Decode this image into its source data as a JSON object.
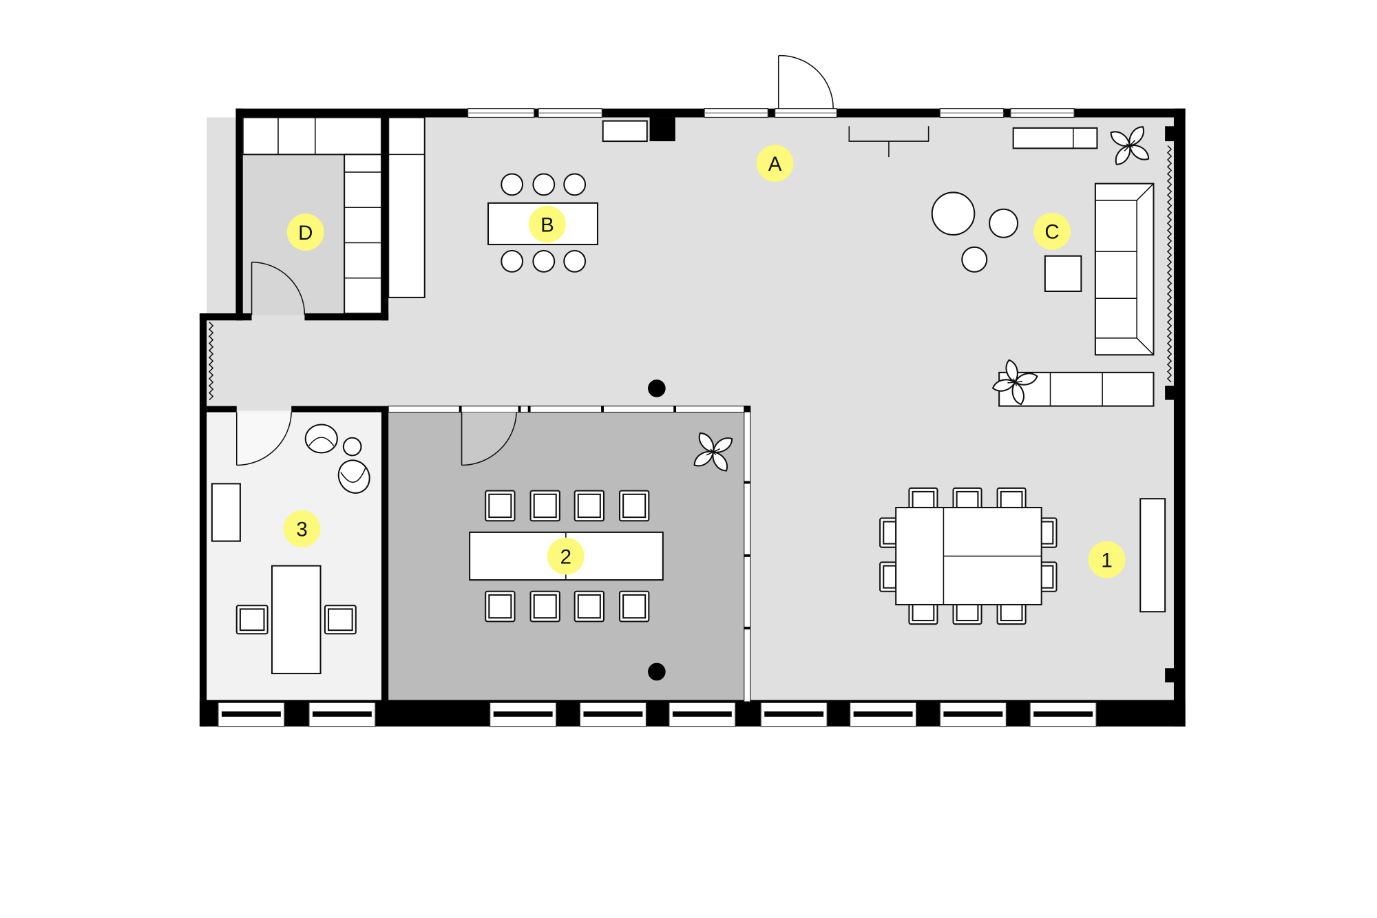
{
  "plan": {
    "labels": {
      "A": "A",
      "B": "B",
      "C": "C",
      "D": "D",
      "r1": "1",
      "r2": "2",
      "r3": "3"
    },
    "colors": {
      "marker": "#fdf97a",
      "main_floor": "#e0e0e0",
      "room_d_floor": "#d6d6d6",
      "room_2_floor": "#bbbbbb",
      "room_3_floor": "#f2f2f2",
      "wall": "#000000"
    }
  }
}
